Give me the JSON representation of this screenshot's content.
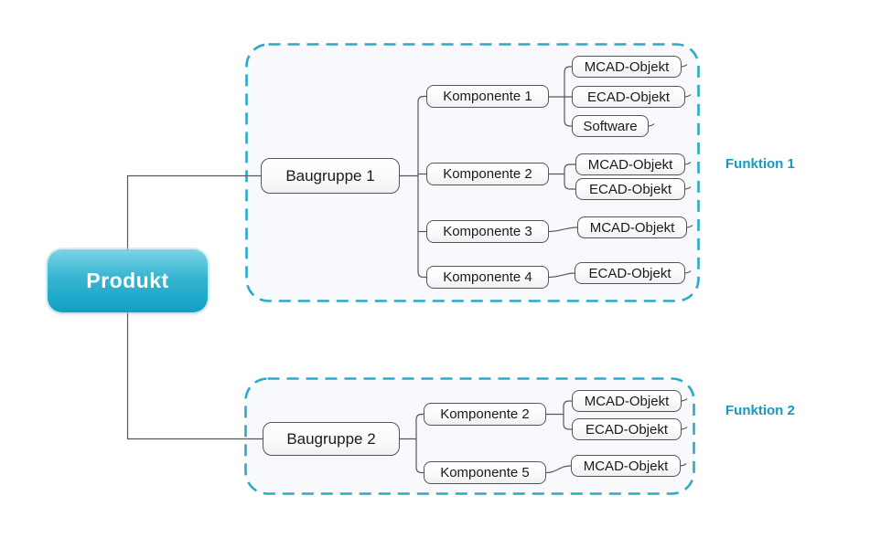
{
  "root": {
    "label": "Produkt"
  },
  "functions": [
    {
      "label": "Funktion 1",
      "assembly": {
        "label": "Baugruppe 1"
      },
      "components": [
        {
          "label": "Komponente 1",
          "objects": [
            "MCAD-Objekt",
            "ECAD-Objekt",
            "Software"
          ]
        },
        {
          "label": "Komponente 2",
          "objects": [
            "MCAD-Objekt",
            "ECAD-Objekt"
          ]
        },
        {
          "label": "Komponente 3",
          "objects": [
            "MCAD-Objekt"
          ]
        },
        {
          "label": "Komponente 4",
          "objects": [
            "ECAD-Objekt"
          ]
        }
      ]
    },
    {
      "label": "Funktion 2",
      "assembly": {
        "label": "Baugruppe 2"
      },
      "components": [
        {
          "label": "Komponente 2",
          "objects": [
            "MCAD-Objekt",
            "ECAD-Objekt"
          ]
        },
        {
          "label": "Komponente 5",
          "objects": [
            "MCAD-Objekt"
          ]
        }
      ]
    }
  ],
  "colors": {
    "group_border_teal": "#2aaac9",
    "group_fill": "#f8f9fc",
    "function_label_teal": "#1699bf",
    "root_gradient_top": "#7fd4e5",
    "root_gradient_bottom": "#109fc3",
    "connector_gray": "#565759",
    "node_border_gray": "#55565a"
  }
}
